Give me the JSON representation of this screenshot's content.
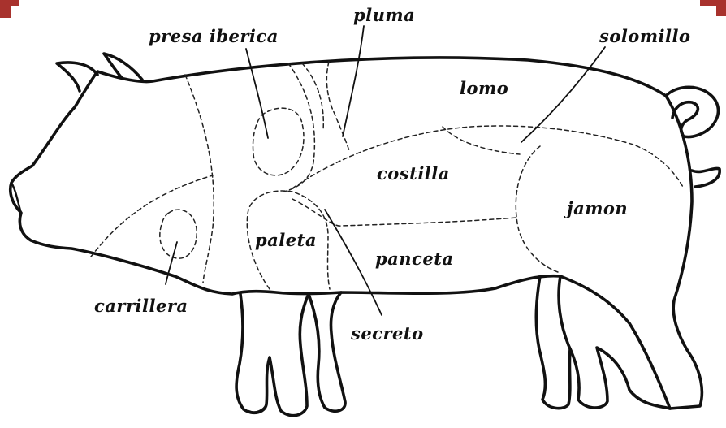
{
  "colors": {
    "ink": "#111111",
    "accent": "#a8322d",
    "background": "#ffffff"
  },
  "labels": {
    "presa_iberica": "presa iberica",
    "pluma": "pluma",
    "solomillo": "solomillo",
    "lomo": "lomo",
    "costilla": "costilla",
    "jamon": "jamon",
    "paleta": "paleta",
    "panceta": "panceta",
    "carrillera": "carrillera",
    "secreto": "secreto"
  }
}
